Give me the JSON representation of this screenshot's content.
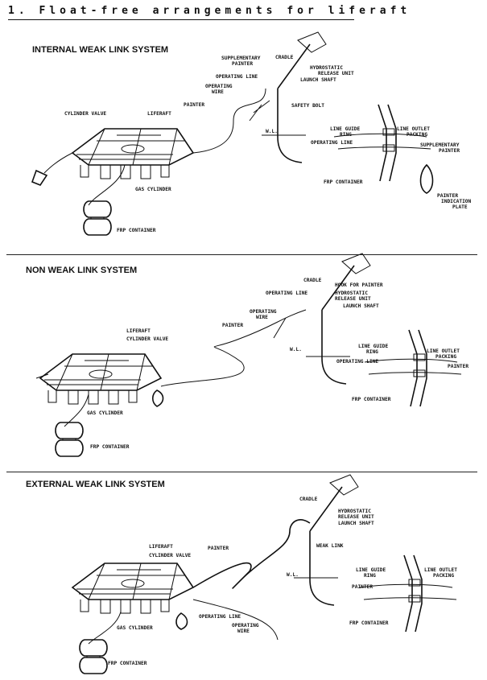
{
  "page_title": "1. Float-free arrangements for liferaft",
  "sections": [
    {
      "title": "INTERNAL WEAK LINK SYSTEM",
      "labels": {
        "supplementary_painter": [
          "SUPPLEMENTARY",
          "PAINTER"
        ],
        "cradle": "CRADLE",
        "hydrostatic": [
          "HYDROSTATIC",
          "RELEASE UNIT"
        ],
        "launch_shaft": "LAUNCH SHAFT",
        "operating_line": "OPERATING LINE",
        "operating_wire": [
          "OPERATING",
          "WIRE"
        ],
        "painter": "PAINTER",
        "safety_bolt": "SAFETY BOLT",
        "wl": "W.L.",
        "cylinder_valve": "CYLINDER VALVE",
        "liferaft": "LIFERAFT",
        "gas_cylinder": "GAS CYLINDER",
        "frp_container": "FRP CONTAINER",
        "line_guide_ring": [
          "LINE GUIDE",
          "RING"
        ],
        "line_outlet_packing": [
          "LINE OUTLET",
          "PACKING"
        ],
        "operating_line_detail": "OPERATING LINE",
        "supp_painter_detail": [
          "SUPPLEMENTARY",
          "PAINTER"
        ],
        "frp_container_detail": "FRP CONTAINER",
        "painter_indication_plate": [
          "PAINTER",
          "INDICATION",
          "PLATE"
        ]
      }
    },
    {
      "title": "NON WEAK LINK SYSTEM",
      "labels": {
        "cradle": "CRADLE",
        "hook_for_painter": "HOOK FOR PAINTER",
        "operating_line": "OPERATING LINE",
        "hydrostatic": [
          "HYDROSTATIC",
          "RELEASE UNIT"
        ],
        "launch_shaft": "LAUNCH SHAFT",
        "operating_wire": [
          "OPERATING",
          "WIRE"
        ],
        "painter": "PAINTER",
        "wl": "W.L.",
        "liferaft": "LIFERAFT",
        "cylinder_valve": "CYLINDER VALVE",
        "gas_cylinder": "GAS CYLINDER",
        "frp_container": "FRP CONTAINER",
        "line_guide_ring": [
          "LINE GUIDE",
          "RING"
        ],
        "line_outlet_packing": [
          "LINE OUTLET",
          "PACKING"
        ],
        "operating_line_detail": "OPERATING LINE",
        "painter_detail": "PAINTER",
        "frp_container_detail": "FRP CONTAINER"
      }
    },
    {
      "title": "EXTERNAL WEAK LINK SYSTEM",
      "labels": {
        "cradle": "CRADLE",
        "hydrostatic": [
          "HYDROSTATIC",
          "RELEASE UNIT"
        ],
        "launch_shaft": "LAUNCH SHAFT",
        "weak_link": "WEAK LINK",
        "painter": "PAINTER",
        "wl": "W.L.",
        "liferaft": "LIFERAFT",
        "cylinder_valve": "CYLINDER VALVE",
        "gas_cylinder": "GAS CYLINDER",
        "operating_line": "OPERATING LINE",
        "operating_wire": [
          "OPERATING",
          "WIRE"
        ],
        "frp_container": "FRP CONTAINER",
        "line_guide_ring": [
          "LINE GUIDE",
          "RING"
        ],
        "line_outlet_packing": [
          "LINE OUTLET",
          "PACKING"
        ],
        "painter_detail": "PAINTER",
        "frp_container_detail": "FRP CONTAINER"
      }
    }
  ]
}
